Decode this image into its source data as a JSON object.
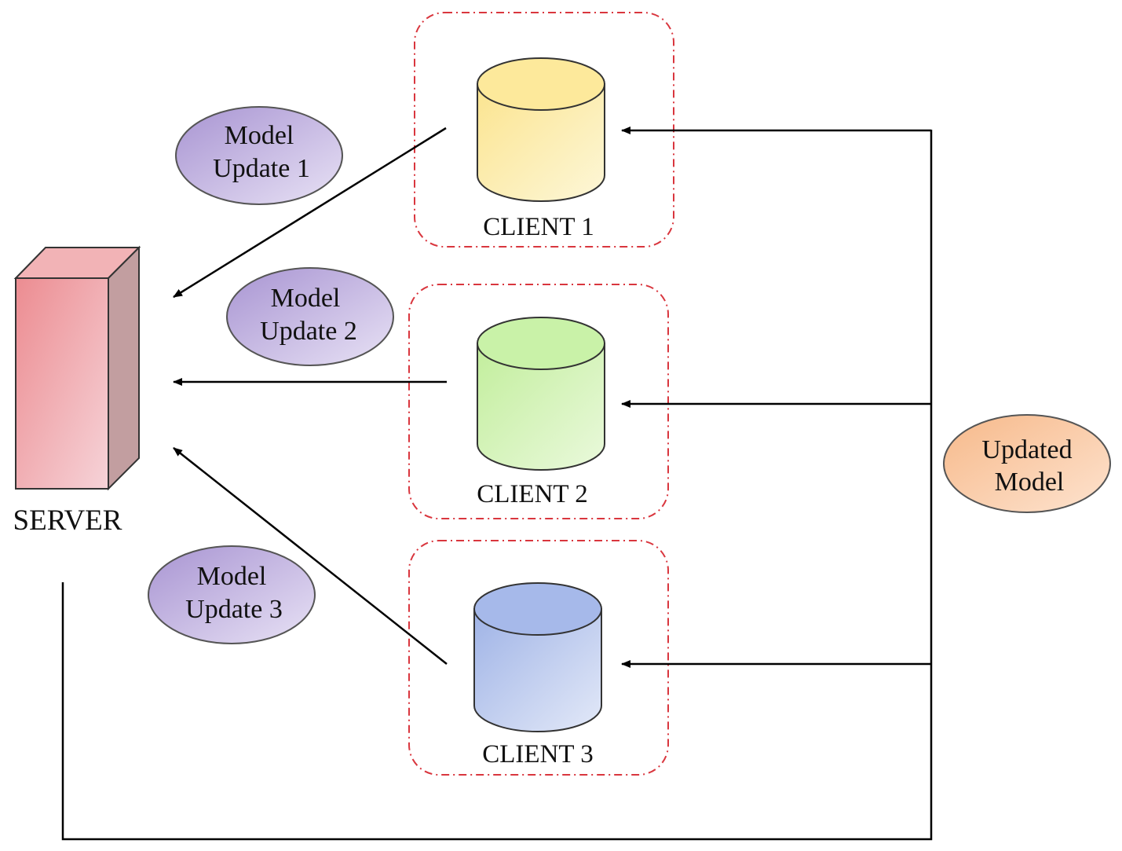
{
  "server": {
    "label": "SERVER",
    "colors": {
      "front_light": "#f6d3d8",
      "front_dark": "#ec8c91",
      "side": "#c29ea0",
      "top": "#f2b3b6",
      "stroke": "#333333"
    }
  },
  "clients": [
    {
      "label": "CLIENT 1",
      "color_light": "#fdf7d8",
      "color_dark": "#fbe48f",
      "top_color": "#fde99b"
    },
    {
      "label": "CLIENT 2",
      "color_light": "#eaf9dc",
      "color_dark": "#c2ee9c",
      "top_color": "#c9f2a8"
    },
    {
      "label": "CLIENT 3",
      "color_light": "#e3e9f8",
      "color_dark": "#9fb3e6",
      "top_color": "#a6b9ea"
    }
  ],
  "updates": [
    {
      "line1": "Model",
      "line2": "Update 1"
    },
    {
      "line1": "Model",
      "line2": "Update 2"
    },
    {
      "line1": "Model",
      "line2": "Update 3"
    }
  ],
  "updated_model": {
    "line1": "Updated",
    "line2": "Model",
    "color_light": "#fde3cf",
    "color_dark": "#f7b98a"
  },
  "colors": {
    "update_light": "#e8e2f5",
    "update_dark": "#a894d2",
    "ellipse_stroke": "#555555",
    "group_border": "#d9363e",
    "arrow": "#000000"
  }
}
